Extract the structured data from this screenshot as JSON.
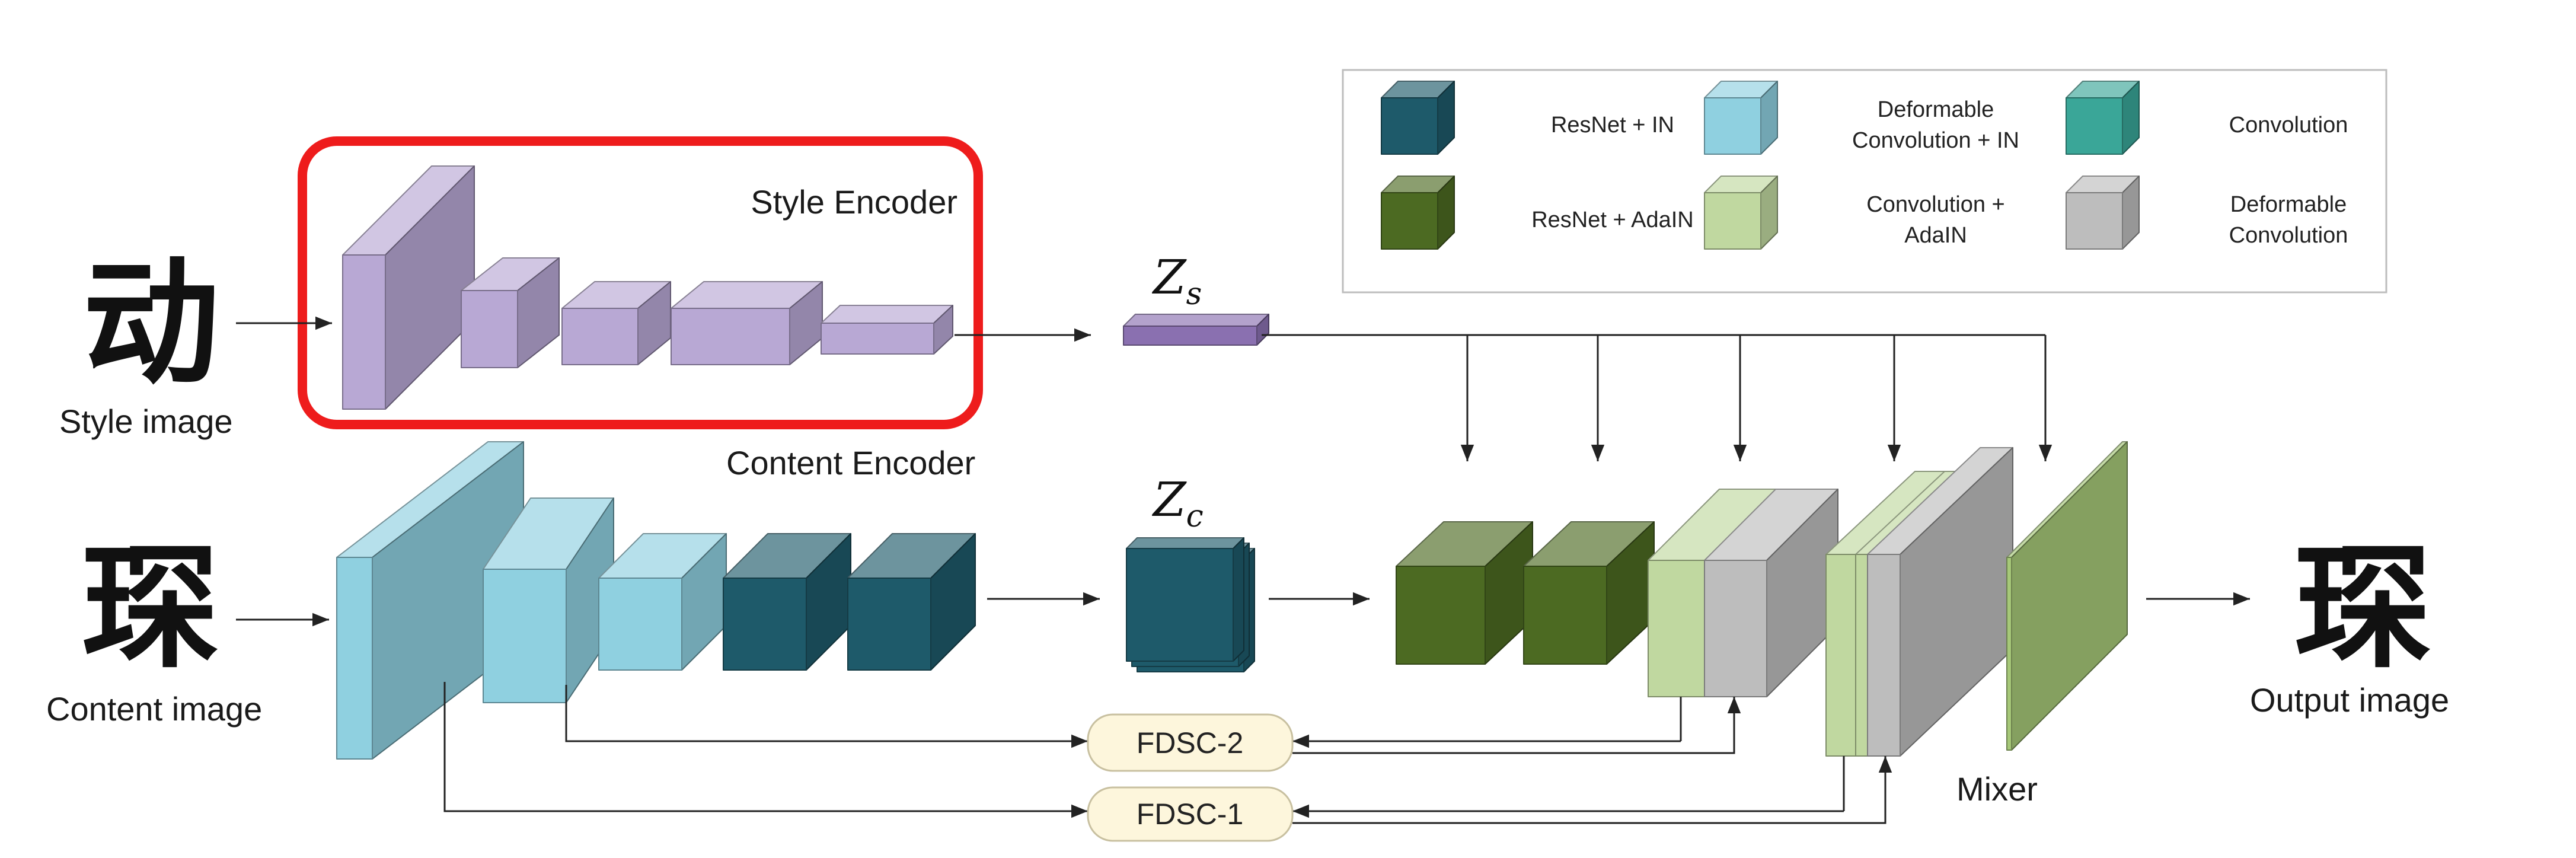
{
  "colors": {
    "purple": "#b8a8d4",
    "light_blue": "#8fd0e0",
    "dark_teal": "#1e5a6a",
    "teal": "#3aa698",
    "dark_green": "#4c6a22",
    "light_green": "#c0d8a0",
    "gray": "#bdbdbd",
    "mixer_green": "#a6c878",
    "highlight_red": "#ee1c1c",
    "fdsc_fill": "#fdf6dc",
    "fdsc_stroke": "#c8c0a0",
    "z_s": "#8a70b0"
  },
  "inputs": {
    "style_char": "动",
    "style_label": "Style image",
    "content_char": "琛",
    "content_label": "Content image"
  },
  "output": {
    "char": "琛",
    "label": "Output image"
  },
  "encoders": {
    "style": "Style Encoder",
    "content": "Content Encoder"
  },
  "latents": {
    "z_s": {
      "base": "Z",
      "sub": "s"
    },
    "z_c": {
      "base": "Z",
      "sub": "c"
    }
  },
  "modules": {
    "fdsc2": "FDSC-2",
    "fdsc1": "FDSC-1",
    "mixer": "Mixer"
  },
  "legend": [
    {
      "color": "dark_teal",
      "lines": [
        "ResNet + IN"
      ]
    },
    {
      "color": "light_blue",
      "lines": [
        "Deformable",
        "Convolution + IN"
      ]
    },
    {
      "color": "teal",
      "lines": [
        "Convolution"
      ]
    },
    {
      "color": "dark_green",
      "lines": [
        "ResNet + AdaIN"
      ]
    },
    {
      "color": "light_green",
      "lines": [
        "Convolution +",
        "AdaIN"
      ]
    },
    {
      "color": "gray",
      "lines": [
        "Deformable",
        "Convolution"
      ]
    }
  ]
}
